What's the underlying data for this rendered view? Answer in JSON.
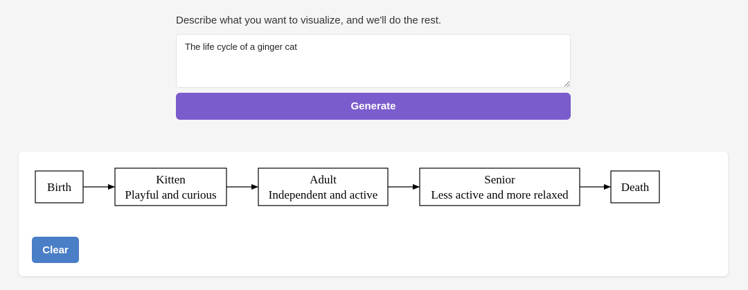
{
  "prompt": {
    "description": "Describe what you want to visualize, and we'll do the rest.",
    "input_value": "The life cycle of a ginger cat",
    "generate_label": "Generate"
  },
  "diagram": {
    "nodes": [
      {
        "title": "Birth",
        "subtitle": ""
      },
      {
        "title": "Kitten",
        "subtitle": "Playful and curious"
      },
      {
        "title": "Adult",
        "subtitle": "Independent and active"
      },
      {
        "title": "Senior",
        "subtitle": "Less active and more relaxed"
      },
      {
        "title": "Death",
        "subtitle": ""
      }
    ]
  },
  "actions": {
    "clear_label": "Clear"
  },
  "colors": {
    "page_background": "#f5f5f5",
    "generate_button": "#7b5ccc",
    "clear_button": "#4a7ec7"
  }
}
